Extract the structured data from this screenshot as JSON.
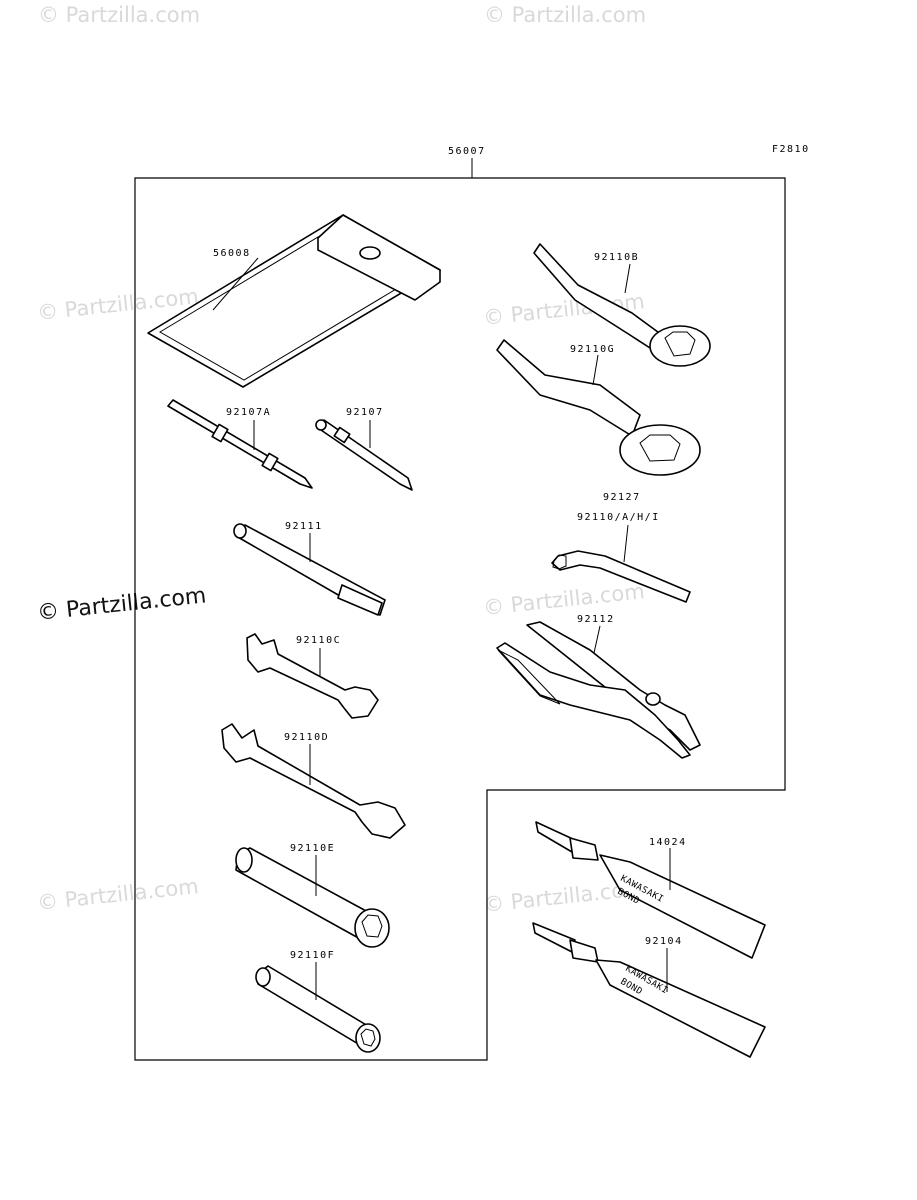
{
  "watermark": "© Partzilla.com",
  "figure_code": "F2810",
  "labels": {
    "tool_kit": "56007",
    "pouch": "56008",
    "ring_spanner_b": "92110B",
    "ring_spanner_g": "92110G",
    "screwdriver_a": "92107A",
    "screwdriver": "92107",
    "handle": "92111",
    "hex_key": "92127",
    "hex_key_sub": "92110/A/H/I",
    "pliers": "92112",
    "wrench_c": "92110C",
    "wrench_d": "92110D",
    "socket_e": "92110E",
    "socket_f": "92110F",
    "bond_1": "14024",
    "bond_2": "92104"
  },
  "tube_text": {
    "brand": "KAWASAKI",
    "product": "BOND"
  }
}
